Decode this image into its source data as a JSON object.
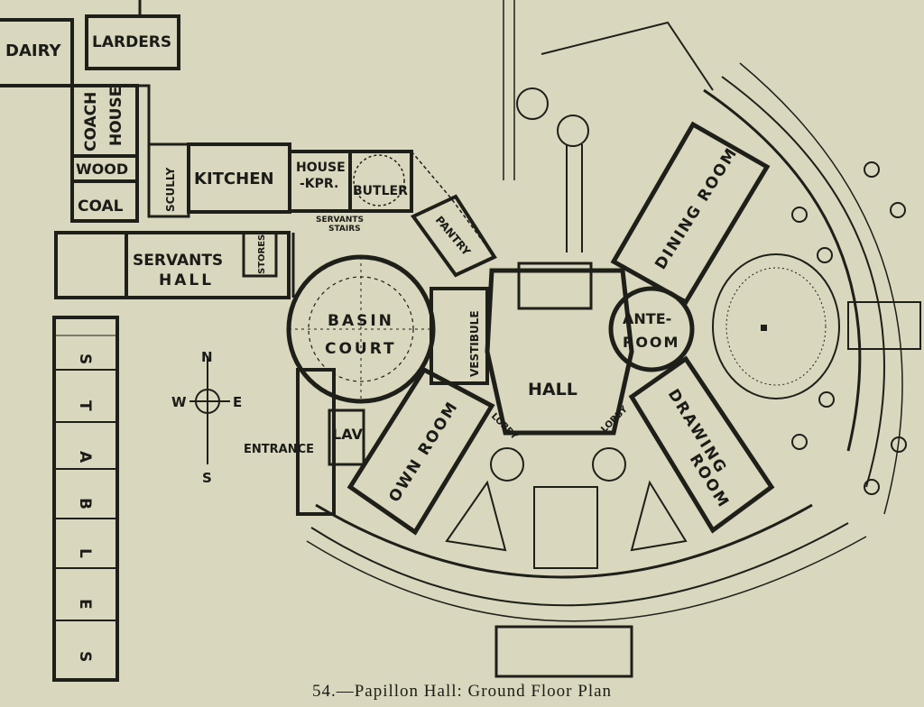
{
  "caption": "54.—Papillon Hall: Ground Floor Plan",
  "compass": {
    "n": "N",
    "s": "S",
    "e": "E",
    "w": "W"
  },
  "rooms": {
    "dairy": "DAIRY",
    "larders": "LARDERS",
    "coach_house_1": "COACH",
    "coach_house_2": "HOUSE",
    "wood": "WOOD",
    "coal": "COAL",
    "scullery": "SCULLY",
    "kitchen": "KITCHEN",
    "housekeeper_1": "HOUSE",
    "housekeeper_2": "-KPR.",
    "butler": "BUTLER",
    "servants_stairs_1": "SERVANTS",
    "servants_stairs_2": "STAIRS",
    "pantry": "PANTRY",
    "servants_hall_1": "SERVANTS",
    "servants_hall_2": "HALL",
    "stores": "STORES",
    "basin_court_1": "BASIN",
    "basin_court_2": "COURT",
    "vestibule": "VESTIBULE",
    "hall": "HALL",
    "ante_room_1": "ANTE-",
    "ante_room_2": "ROOM",
    "dining_room": "DINING ROOM",
    "drawing_room_1": "DRAWING",
    "drawing_room_2": "ROOM",
    "own_room": "OWN ROOM",
    "lobby_left": "LOBBY",
    "lobby_right": "LOBBY",
    "lav": "LAV.",
    "entrance": "ENTRANCE",
    "stables": [
      "S",
      "T",
      "A",
      "B",
      "L",
      "E",
      "S"
    ]
  }
}
